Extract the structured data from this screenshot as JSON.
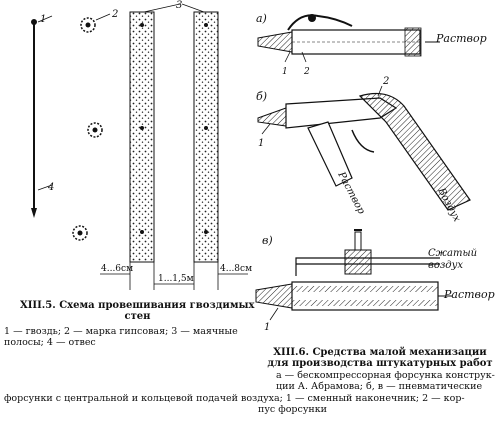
{
  "fig1": {
    "labels": {
      "n1": "1",
      "n2": "2",
      "n3": "3",
      "n4": "4"
    },
    "dim_left": "4...6см",
    "dim_mid": "1...1,5м",
    "dim_right": "4...8см",
    "caption_line1": "XIII.5. Схема провешивания гвоздимых",
    "caption_line2": "стен",
    "legend": "1 — гвоздь; 2 — марка гипсовая; 3 — маячные полосы; 4 — отвес"
  },
  "fig2": {
    "panel_a": "а)",
    "panel_b": "б)",
    "panel_v": "в)",
    "rastvor": "Раствор",
    "vozdukh": "Воздух",
    "szhaty_line1": "Сжатый",
    "szhaty_line2": "воздух",
    "num1": "1",
    "num2": "2",
    "caption": "XIII.6. Средства малой механизации для производства штукатурных работ",
    "legend_line1": "а — бескомпрессорная форсунка конструк-",
    "legend_line2": "ции А. Абрамова; б, в — пневматические",
    "legend_line3": "форсунки с центральной и кольцевой подачей воздуха; 1 — сменный наконечник; 2 — кор-",
    "legend_line4": "пус форсунки"
  }
}
